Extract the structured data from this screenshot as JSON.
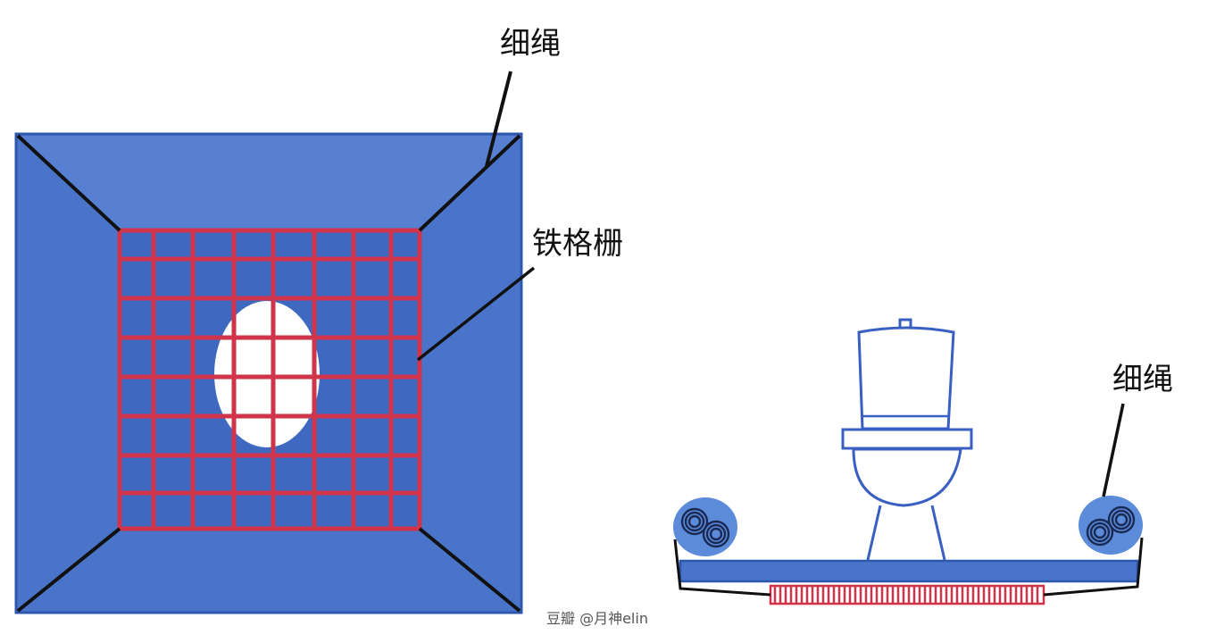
{
  "labels": {
    "top_rope": "细绳",
    "grate": "铁格栅",
    "side_rope": "细绳"
  },
  "watermark": "豆瓣 @月神elin",
  "colors": {
    "panel_blue": "#4A74C9",
    "panel_edge": "#2E58AE",
    "grid_red": "#D0344A",
    "rope_black": "#111111",
    "toilet_outline": "#3A5FC2",
    "hole_white": "#ffffff"
  },
  "icons": {
    "toilet": "toilet-icon",
    "rope_coil": "rope-coil-icon"
  }
}
